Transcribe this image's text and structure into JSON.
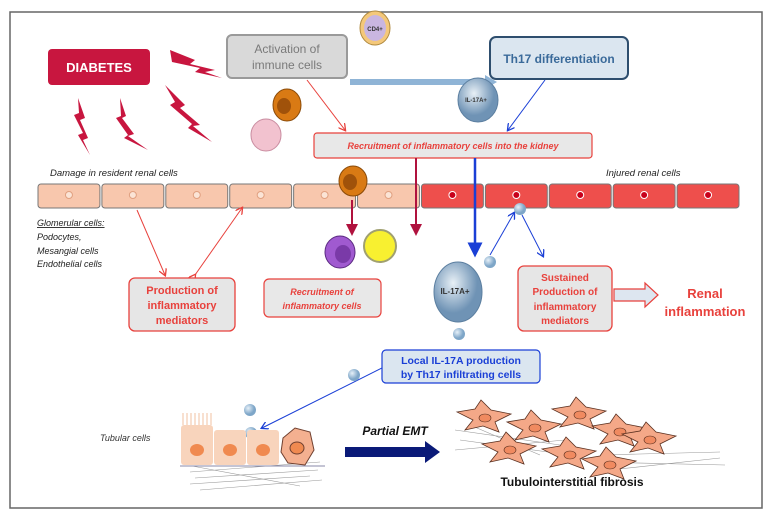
{
  "colors": {
    "diabetes": "#c8163f",
    "red_text": "#e8413c",
    "blue_text": "#1a3fd6",
    "th17_fill": "#dbe6f0",
    "healthy_cell": "#f8c7ad",
    "injured_cell": "#ee4f4c",
    "emt_arrow": "#0a1a78"
  },
  "diabetes": "DIABETES",
  "activation": [
    "Activation of",
    "immune cells"
  ],
  "cd4": "CD4+",
  "th17": "Th17 differentiation",
  "il17a_cell": "IL-17A+",
  "recruitment_kidney": "Recruitment of inflammatory cells into the kidney",
  "damage_label": "Damage in resident renal cells",
  "injured_label": "Injured renal cells",
  "renal_cells": {
    "healthy": 6,
    "injured": 5
  },
  "glomerular": {
    "title": "Glomerular cells:",
    "items": [
      "Podocytes,",
      "Mesangial cells",
      "Endothelial cells"
    ]
  },
  "production": [
    "Production of",
    "inflammatory",
    "mediators"
  ],
  "recruitment_cells": [
    "Recruitment of",
    "inflammatory cells"
  ],
  "sustained": [
    "Sustained",
    "Production of",
    "inflammatory",
    "mediators"
  ],
  "renal_inflammation": [
    "Renal",
    "inflammation"
  ],
  "local_il17": [
    "Local IL-17A production",
    "by Th17 infiltrating cells"
  ],
  "tubular_label": "Tubular cells",
  "partial_emt": "Partial EMT",
  "fibrosis_label": "Tubulointerstitial fibrosis"
}
